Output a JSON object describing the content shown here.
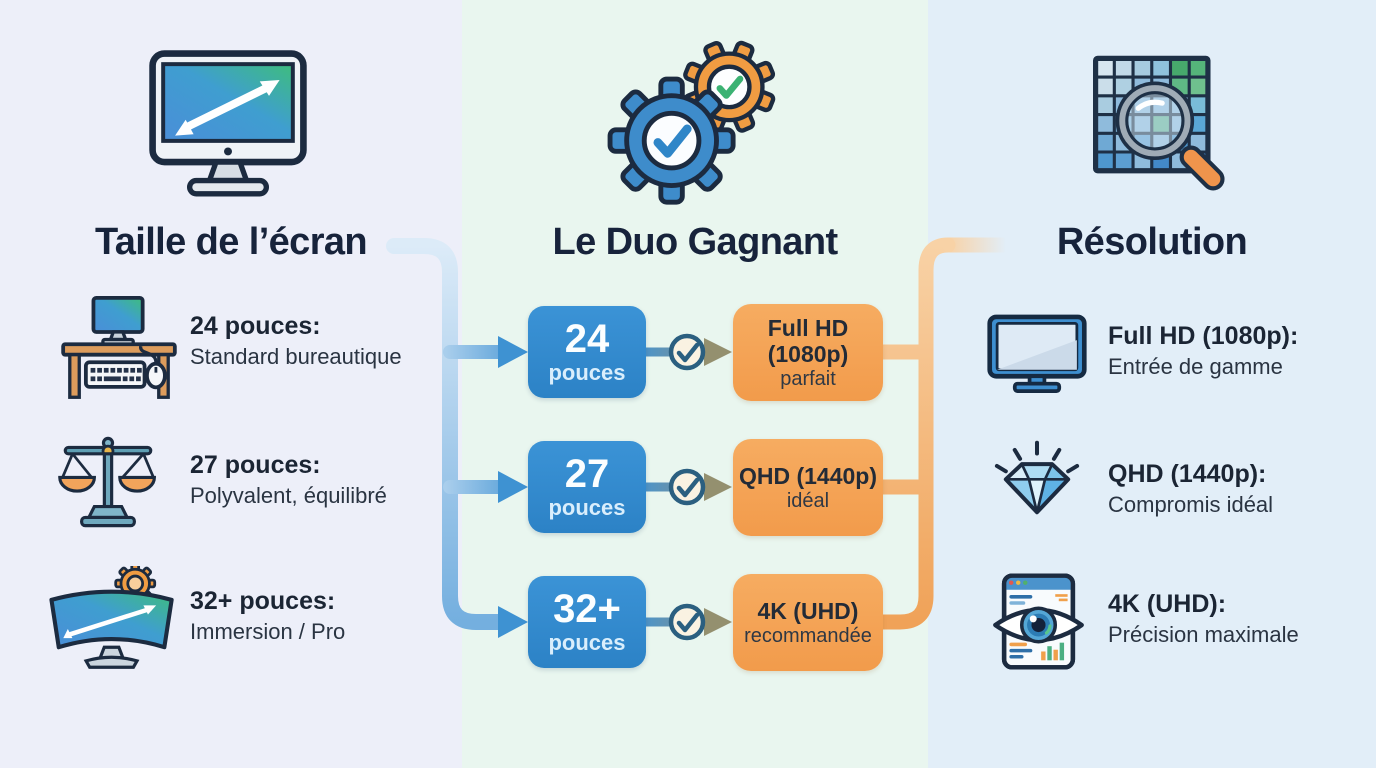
{
  "left_column": {
    "title": "Taille de l’écran",
    "header_icon": "screen-diagonal-icon",
    "items": [
      {
        "icon": "desk-setup-icon",
        "heading": "24 pouces:",
        "description": "Standard bureautique"
      },
      {
        "icon": "balance-scale-icon",
        "heading": "27 pouces:",
        "description": "Polyvalent, équilibré"
      },
      {
        "icon": "curved-monitor-icon",
        "heading": "32+ pouces:",
        "description": "Immersion / Pro"
      }
    ]
  },
  "middle_column": {
    "title": "Le Duo Gagnant",
    "header_icon": "gears-check-icon",
    "pairs": [
      {
        "size": "24",
        "unit": "pouces",
        "check_icon": "check-circle-icon",
        "resolution": "Full HD (1080p)",
        "verdict": "parfait"
      },
      {
        "size": "27",
        "unit": "pouces",
        "check_icon": "check-circle-icon",
        "resolution": "QHD (1440p)",
        "verdict": "idéal"
      },
      {
        "size": "32+",
        "unit": "pouces",
        "check_icon": "check-circle-icon",
        "resolution": "4K (UHD)",
        "verdict": "recommandée"
      }
    ]
  },
  "right_column": {
    "title": "Résolution",
    "header_icon": "pixel-magnifier-icon",
    "items": [
      {
        "icon": "flat-monitor-icon",
        "heading": "Full HD (1080p):",
        "description": "Entrée de gamme"
      },
      {
        "icon": "diamond-icon",
        "heading": "QHD (1440p):",
        "description": "Compromis idéal"
      },
      {
        "icon": "eye-analytics-icon",
        "heading": "4K (UHD):",
        "description": "Précision maximale"
      }
    ]
  },
  "colors": {
    "band_left": "#EDEFF9",
    "band_middle": "#E9F6EF",
    "band_right": "#E2EEF8",
    "size_box_blue": "#3189CE",
    "resolution_box_orange": "#F4A254",
    "title_text": "#17233B",
    "body_text": "#2A3442",
    "connector_blue": "#74AFDF",
    "connector_orange": "#F0A258",
    "check_ring": "#2B5F80",
    "screen_gradient_start": "#4A8ED8",
    "screen_gradient_end": "#3EBD7D"
  }
}
